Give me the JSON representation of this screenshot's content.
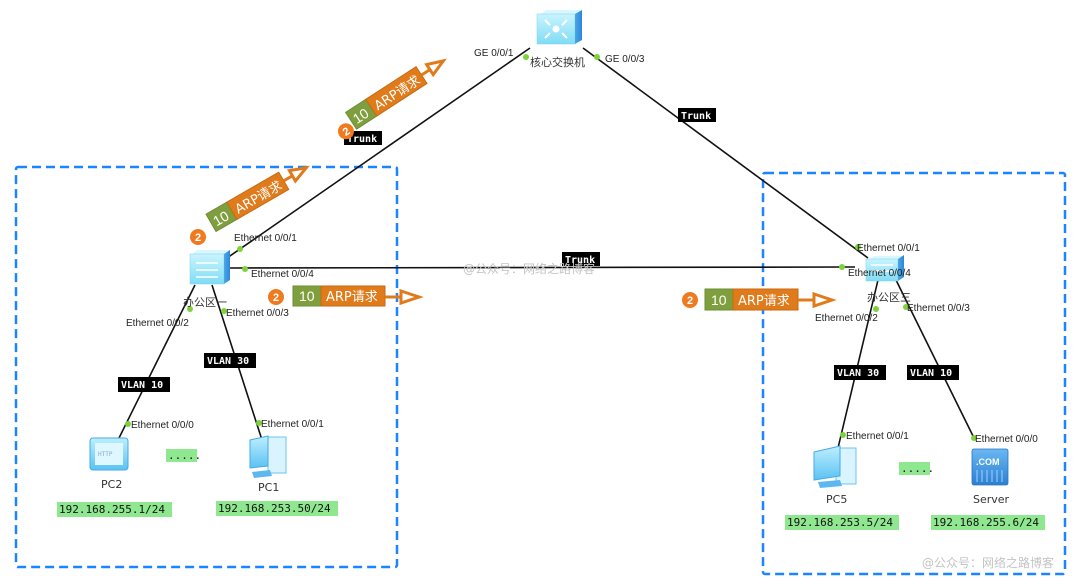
{
  "diagram": {
    "core_switch": {
      "name": "核心交换机",
      "icon": "core-switch-icon",
      "ports": [
        "GE 0/0/1",
        "GE 0/0/3"
      ]
    },
    "zones": [
      {
        "switch": {
          "name": "办公区一",
          "icon": "access-switch-icon",
          "ports": {
            "uplink": "Ethernet 0/0/1",
            "trunk": "Ethernet 0/0/4",
            "to_pc2": "Ethernet 0/0/2",
            "to_pc1": "Ethernet 0/0/3"
          }
        },
        "links": [
          {
            "tag": "VLAN 10",
            "host_port": "Ethernet 0/0/0"
          },
          {
            "tag": "VLAN 30",
            "host_port": "Ethernet 0/0/1"
          }
        ],
        "hosts": [
          {
            "name": "PC2",
            "icon": "tablet-pc-icon",
            "ip": "192.168.255.1/24"
          },
          {
            "name": "PC1",
            "icon": "desktop-pc-icon",
            "ip": "192.168.253.50/24"
          }
        ],
        "ellipsis": "....."
      },
      {
        "switch": {
          "name": "办公区三",
          "icon": "access-switch-icon",
          "ports": {
            "uplink": "Ethernet 0/0/1",
            "trunk": "Ethernet 0/0/4",
            "to_pc5": "Ethernet 0/0/2",
            "to_server": "Ethernet 0/0/3"
          }
        },
        "links": [
          {
            "tag": "VLAN 30",
            "host_port": "Ethernet 0/0/1"
          },
          {
            "tag": "VLAN 10",
            "host_port": "Ethernet 0/0/0"
          }
        ],
        "hosts": [
          {
            "name": "PC5",
            "icon": "desktop-pc-icon",
            "ip": "192.168.253.5/24"
          },
          {
            "name": "Server",
            "icon": "server-icon",
            "ip": "192.168.255.6/24",
            "badge": ".COM"
          }
        ],
        "ellipsis": "....."
      }
    ],
    "trunk_labels": [
      "Trunk",
      "Trunk",
      "Trunk"
    ],
    "arp_packets": [
      {
        "step": "2",
        "vlan": "10",
        "label": "ARP请求",
        "location": "core-uplink"
      },
      {
        "step": "2",
        "vlan": "10",
        "label": "ARP请求",
        "location": "zone1-uplink"
      },
      {
        "step": "2",
        "vlan": "10",
        "label": "ARP请求",
        "location": "zone1-trunk"
      },
      {
        "step": "2",
        "vlan": "10",
        "label": "ARP请求",
        "location": "zone3-trunk"
      }
    ],
    "watermark": "@公众号：网络之路博客"
  },
  "colors": {
    "zone_border": "#1a85ff",
    "badge": "#f07a1f",
    "vlan_box": "#7f9f3f",
    "arp_box": "#e07b1c",
    "ip_highlight": "#8fe88f",
    "port_dot": "#7ed23a"
  }
}
